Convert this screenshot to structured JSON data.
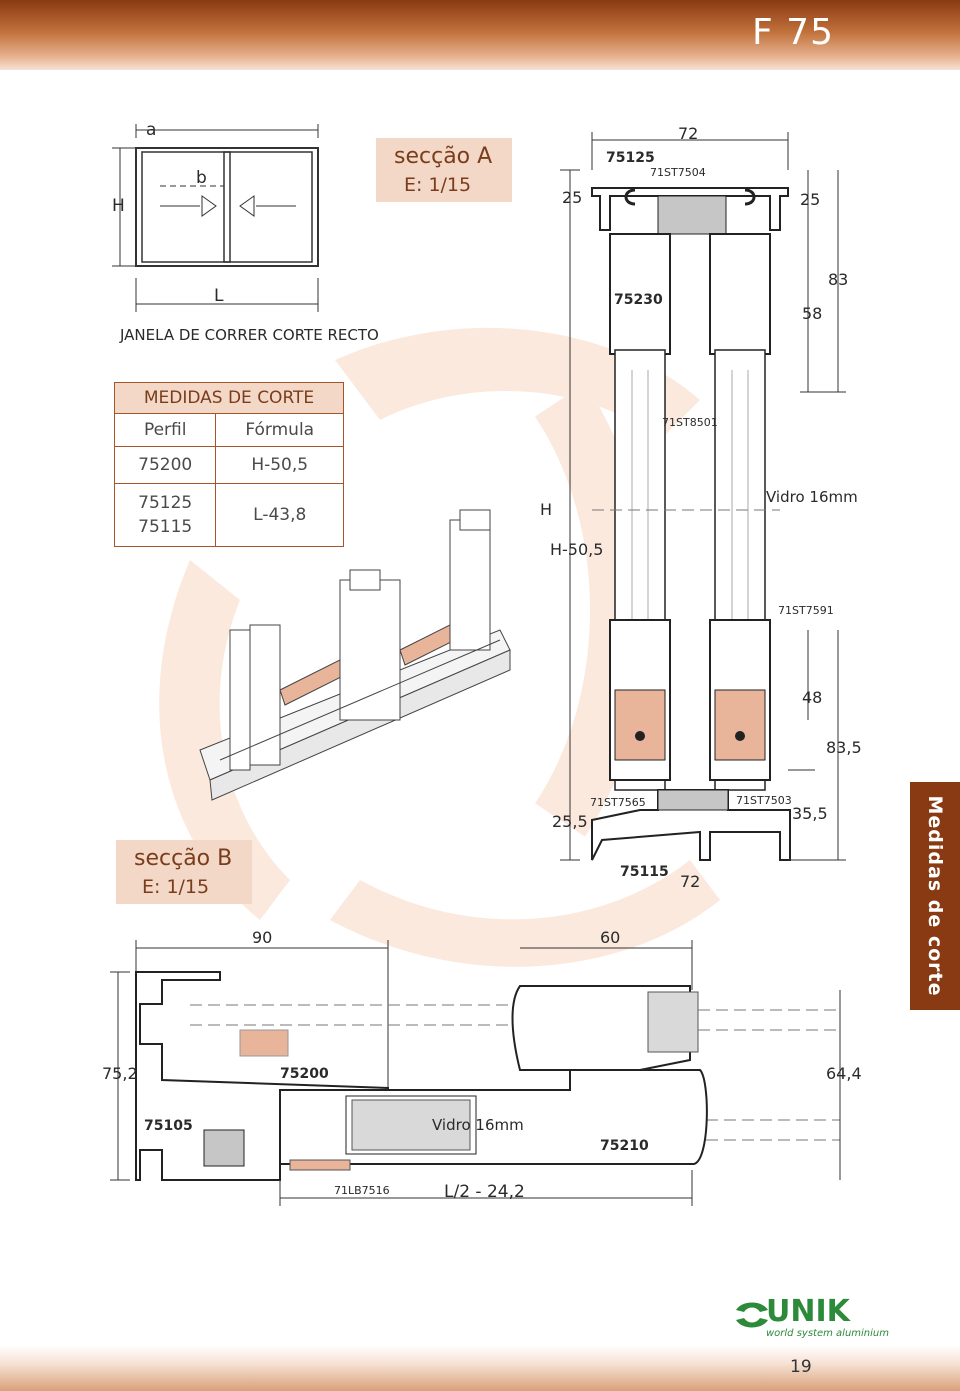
{
  "header": {
    "series": "F 75"
  },
  "section_a": {
    "title": "secção A",
    "scale": "E: 1/15"
  },
  "section_b": {
    "title": "secção B",
    "scale": "E: 1/15"
  },
  "window_diagram": {
    "caption": "JANELA DE CORRER CORTE RECTO",
    "dim_a": "a",
    "dim_b": "b",
    "dim_h": "H",
    "dim_l": "L"
  },
  "cut_table": {
    "title": "MEDIDAS DE CORTE",
    "col_profile": "Perfil",
    "col_formula": "Fórmula",
    "rows": [
      {
        "profiles": [
          "75200"
        ],
        "formula": "H-50,5"
      },
      {
        "profiles": [
          "75125",
          "75115"
        ],
        "formula": "L-43,8"
      }
    ]
  },
  "section_a_labels": {
    "width": "72",
    "profile_top": "75125",
    "part_top": "71ST7504",
    "dim_left_top": "25",
    "dim_right_top": "25",
    "profile_mid": "75230",
    "dim_58": "58",
    "dim_83": "83",
    "part_8501": "71ST8501",
    "glass": "Vidro 16mm",
    "h": "H",
    "h_formula": "H-50,5",
    "part_7591": "71ST7591",
    "dim_48": "48",
    "dim_835": "83,5",
    "part_7565": "71ST7565",
    "part_7503": "71ST7503",
    "dim_255": "25,5",
    "dim_355": "35,5",
    "profile_bottom": "75115",
    "width_bottom": "72"
  },
  "section_b_labels": {
    "dim_90": "90",
    "dim_60": "60",
    "dim_752": "75,2",
    "dim_644": "64,4",
    "profile_75200": "75200",
    "profile_75105": "75105",
    "glass": "Vidro 16mm",
    "profile_75210": "75210",
    "part_lb": "71LB7516",
    "l_formula": "L/2 - 24,2"
  },
  "side_tab": "Medidas de corte",
  "logo": {
    "brand": "UNIK",
    "tagline": "world system aluminium"
  },
  "page_number": "19",
  "colors": {
    "brand": "#8a3a12",
    "accent_fill": "#f3d8c7",
    "gasket": "#e8b49a"
  }
}
